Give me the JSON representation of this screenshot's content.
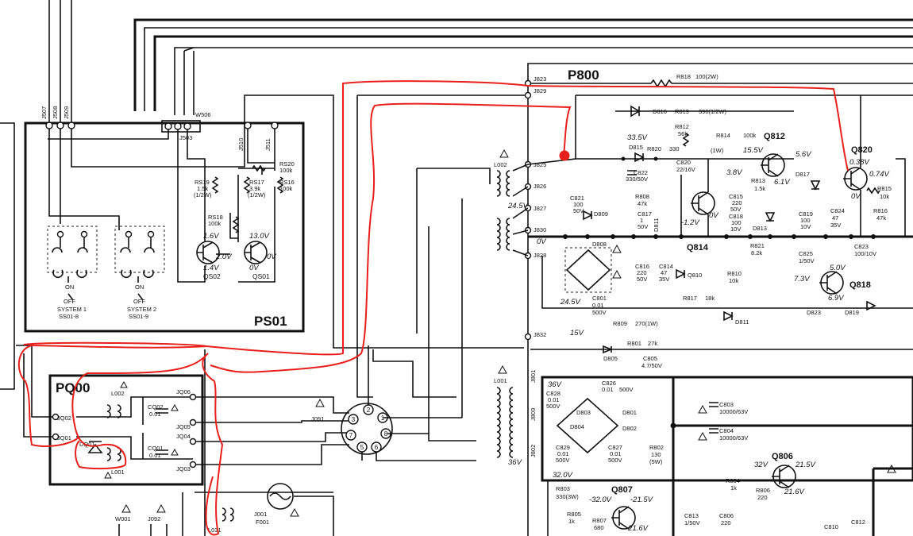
{
  "blocks": {
    "p800": "P800",
    "ps01": "PS01",
    "pq00": "PQ00"
  },
  "switches": {
    "sys1_on": "ON",
    "sys1_off": "OFF",
    "sys1_name": "SYSTEM 1",
    "sys1_ref": "SS01-8",
    "sys2_on": "ON",
    "sys2_off": "OFF",
    "sys2_name": "SYSTEM 2",
    "sys2_ref": "SS01-9"
  },
  "connectors": {
    "j507": "J507",
    "j508": "J508",
    "j509": "J509",
    "w506": "W506",
    "j503": "J503",
    "j510": "J510",
    "j511": "J511",
    "j823": "J823",
    "j829": "J829",
    "j825": "J825",
    "j826": "J826",
    "j827": "J827",
    "j830": "J830",
    "j828": "J828",
    "j832": "J832",
    "j801": "J801",
    "j809": "J809",
    "j802": "J802",
    "jq06": "JQ06",
    "jq05": "JQ05",
    "jq04": "JQ04",
    "jq03": "JQ03",
    "jq02": "JQ02",
    "jq01": "JQ01",
    "j091": "J091",
    "j092": "J092",
    "j001": "J001",
    "w001": "W001"
  },
  "ps01_parts": {
    "rs19": "RS19",
    "rs19_v": "1.5k",
    "rs19_w": "(1/2W)",
    "rs17": "RS17",
    "rs17_v": "3.9k",
    "rs17_w": "(1/2W)",
    "rs16": "RS16",
    "rs16_v": "100k",
    "rs20": "RS20",
    "rs20_v": "100k",
    "rs18": "RS18",
    "rs18_v": "100k",
    "qs02": "QS02",
    "qs01": "QS01",
    "v_qs02_b": "1.6V",
    "v_qs02_c": "2.0V",
    "v_qs02_e": "1.4V",
    "v_qs01_b": "13.0V",
    "v_qs01_c": "0V",
    "v_qs01_e": "0V"
  },
  "pq00_parts": {
    "l002": "L002",
    "l001": "L001",
    "cq02": "CQ02",
    "cq02_v": "0.01",
    "cq01": "CQ01",
    "cq01_v": "0.01",
    "dq01": "DQ01"
  },
  "p800_parts": {
    "r818": "R818",
    "r818_v": "100(2W)",
    "d816": "D816",
    "r819": "R819",
    "r819_v": "390(1/2W)",
    "r812": "R812",
    "r812_v": "56k",
    "v335": "33.5V",
    "d815": "D815",
    "r820": "R820",
    "r820_v": "330",
    "r820_w": "(1W)",
    "r814": "R814",
    "r814_v": "100k",
    "q812": "Q812",
    "v155": "15.5V",
    "v56": "5.6V",
    "q820": "Q820",
    "v038": "0.38V",
    "v074": "0.74V",
    "c820": "C820",
    "c820_v": "22/16V",
    "c822": "C822",
    "c822_v": "330/50V",
    "v38": "3.8V",
    "v61": "6.1V",
    "r813": "R813",
    "r813_v": "1.5k",
    "d817": "D817",
    "r815": "R815",
    "r815_v": "10k",
    "r816": "R816",
    "r816_v": "47k",
    "l002": "L002",
    "c821": "C821",
    "c821_v1": "100",
    "c821_v2": "50V",
    "v245": "24.5V",
    "d809": "D809",
    "r808": "R808",
    "r808_v": "47k",
    "c817": "C817",
    "c817_v1": "1",
    "c817_v2": "50V",
    "d811": "D811",
    "vm12": "-1.2V",
    "v0": "0V",
    "c815": "C815",
    "c815_v1": "220",
    "c815_v2": "50V",
    "c818": "C818",
    "c818_v1": "100",
    "c818_v2": "10V",
    "d813": "D813",
    "c819": "C819",
    "c819_v1": "100",
    "c819_v2": "10V",
    "c824": "C824",
    "c824_v1": "47",
    "c824_v2": "35V",
    "c823": "C823",
    "c823_v": "100/10V",
    "ov": "0V",
    "q814": "Q814",
    "d808": "D808",
    "r821": "R821",
    "r821_v": "8.2k",
    "c825": "C825",
    "c825_v": "1/50V",
    "v50": "5.0V",
    "c816": "C816",
    "c816_v1": "220",
    "c816_v2": "50V",
    "c814": "C814",
    "c814_v1": "47",
    "c814_v2": "35V",
    "q810": "Q810",
    "r810": "R810",
    "r810_v": "10k",
    "v73": "7.3V",
    "q818": "Q818",
    "v69": "6.9V",
    "v245b": "24.5V",
    "c801": "C801",
    "c801_v1": "0.01",
    "c801_v2": "500V",
    "r817": "R817",
    "r817_v": "18k",
    "r809": "R809",
    "r809_v": "270(1W)",
    "d811b": "D811",
    "d823": "D823",
    "d819": "D819",
    "v15": "15V",
    "d805": "D805",
    "r801": "R801",
    "r801_v": "27k",
    "c805": "C805",
    "c805_v": "4.7/50V",
    "l001": "L001",
    "v36": "36V",
    "c828": "C828",
    "c828_v1": "0.01",
    "c828_v2": "500V",
    "c826": "C826",
    "c826_v1": "0.01",
    "c826_v2": "500V",
    "d803": "D803",
    "d801": "D801",
    "d804": "D804",
    "d802": "D802",
    "c829": "C829",
    "c829_v1": "0.01",
    "c829_v2": "500V",
    "c827": "C827",
    "c827_v1": "0.01",
    "c827_v2": "500V",
    "c803": "C803",
    "c803_v": "10000/63V",
    "c804": "C804",
    "c804_v": "10000/63V",
    "r802": "R802",
    "r802_v1": "130",
    "r802_v2": "(5W)",
    "v36b": "36V",
    "v320": "32.0V",
    "q806": "Q806",
    "v32": "32V",
    "v215": "21.5V",
    "r804": "R804",
    "r804_v": "1k",
    "r806": "R806",
    "r806_v": "220",
    "v216": "21.6V",
    "r803": "R803",
    "r803_v": "330(3W)",
    "q807": "Q807",
    "vm320": "-32.0V",
    "vm215": "-21.5V",
    "r805": "R805",
    "r805_v": "1k",
    "r807": "R807",
    "r807_v": "680",
    "vm216": "-21.6V",
    "c813": "C813",
    "c813_v": "1/50V",
    "c806": "C806",
    "c806_v": "220",
    "c810": "C810",
    "c812": "C812",
    "l031": "L031",
    "f001": "F001"
  },
  "colors": {
    "ink": "#111111",
    "annotation": "#e8201c",
    "paper": "#ffffff"
  }
}
